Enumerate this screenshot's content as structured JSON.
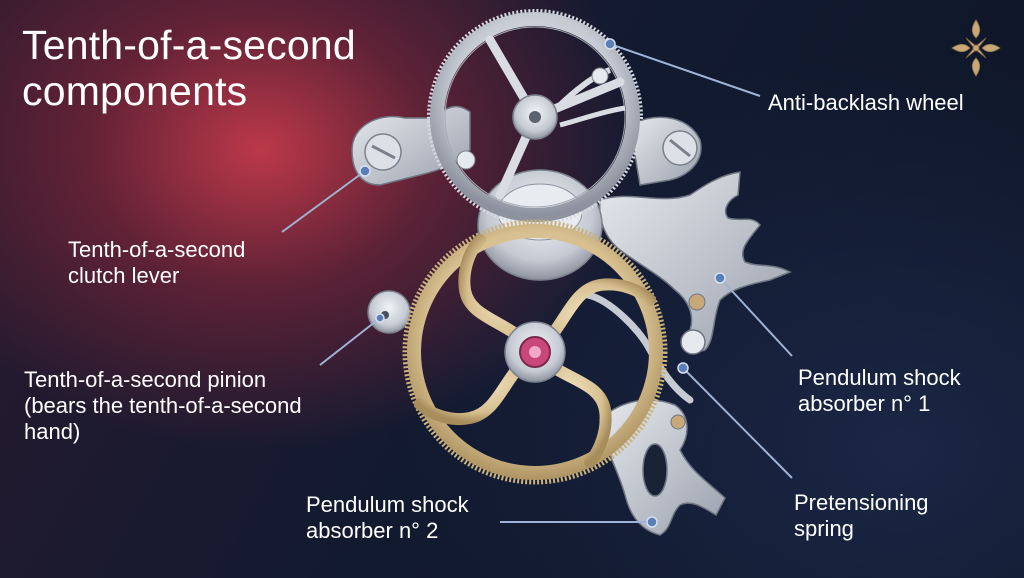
{
  "title": {
    "line1": "Tenth-of-a-second",
    "line2": "components"
  },
  "labels": {
    "anti_backlash_wheel": "Anti-backlash wheel",
    "clutch_lever": [
      "Tenth-of-a-second",
      "clutch lever"
    ],
    "pinion": [
      "Tenth-of-a-second pinion",
      "(bears the tenth-of-a-second",
      "hand)"
    ],
    "shock_absorber_1": [
      "Pendulum shock",
      "absorber n° 1"
    ],
    "shock_absorber_2": [
      "Pendulum shock",
      "absorber n° 2"
    ],
    "pretensioning_spring": [
      "Pretensioning",
      "spring"
    ]
  },
  "icons": {
    "brand_logo": "calatrava-cross-icon"
  },
  "colors": {
    "leader_line": "#9fb3d6",
    "leader_dot": "#5a7fb8",
    "gold_wheel": "#d8c39a",
    "silver_parts": "#cfd3da",
    "logo_gold": "#c9a878"
  }
}
